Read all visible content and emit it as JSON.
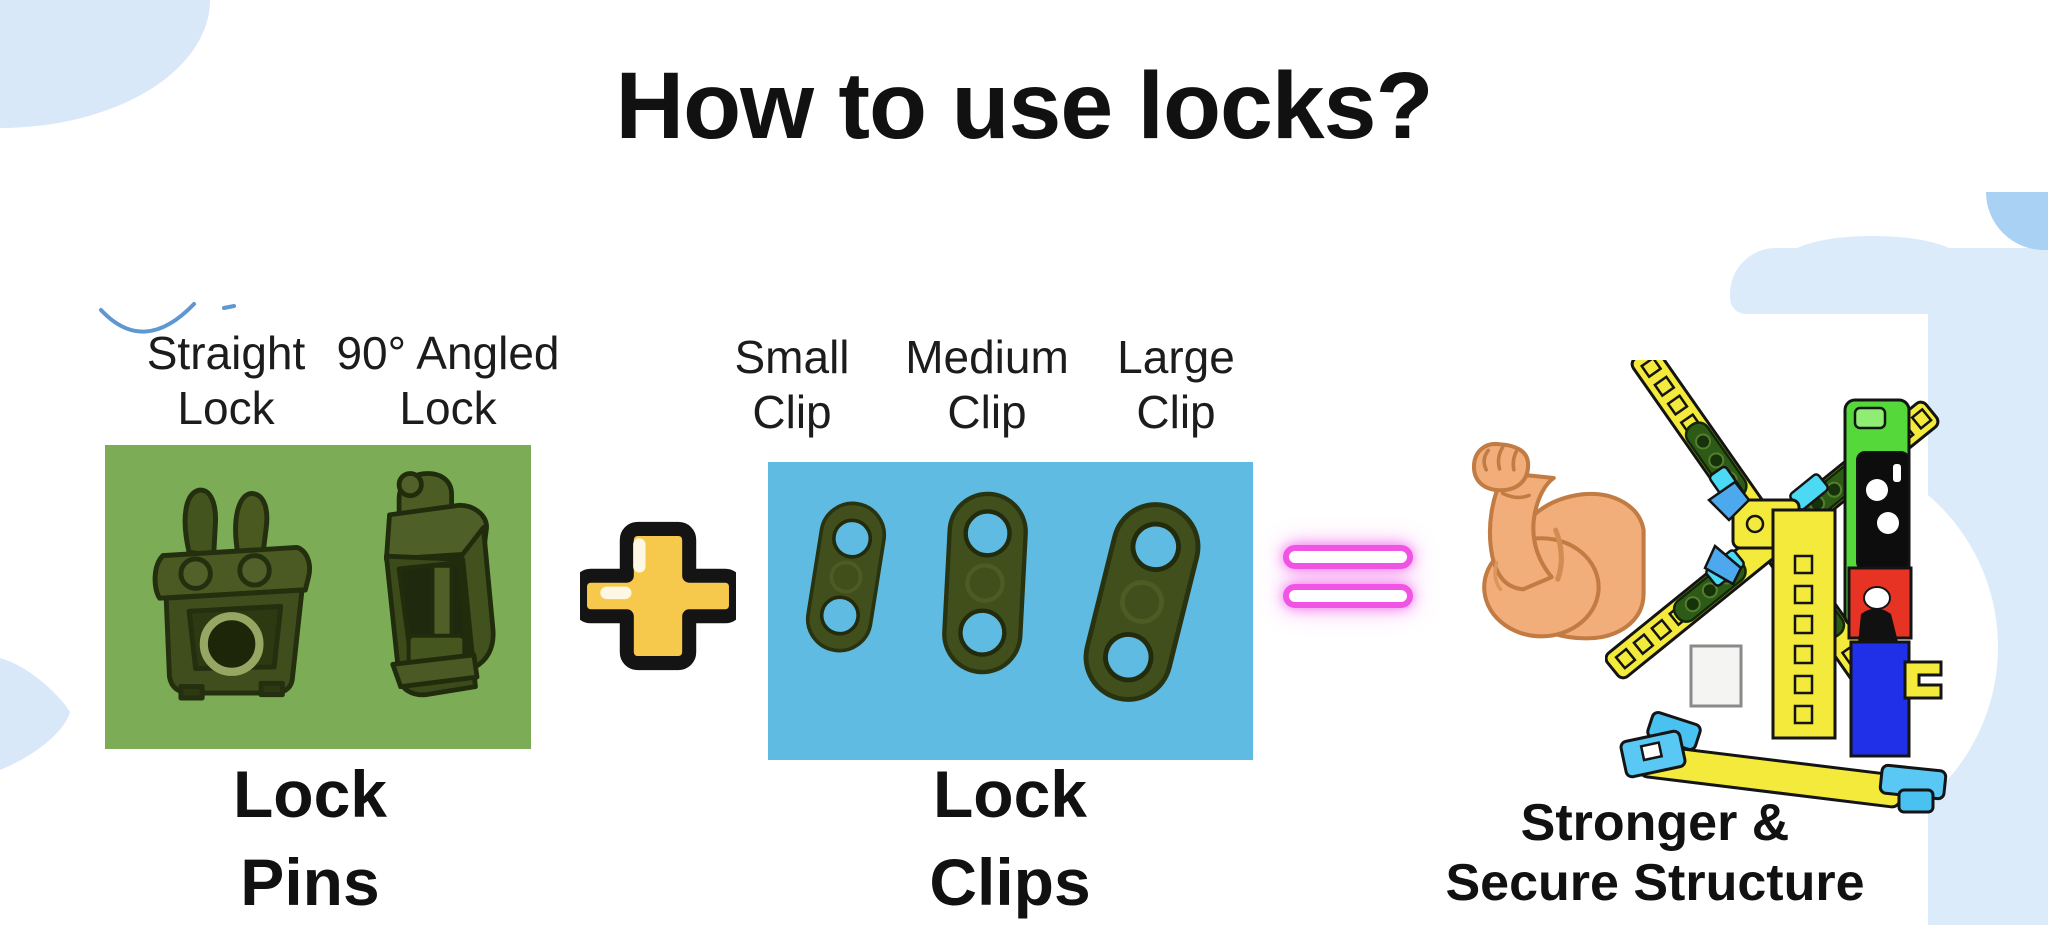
{
  "title": "How to use locks?",
  "pins_group": {
    "labels": [
      {
        "line1": "Straight",
        "line2": "Lock"
      },
      {
        "line1": "90° Angled",
        "line2": "Lock"
      }
    ],
    "caption_line1": "Lock",
    "caption_line2": "Pins",
    "photos": [
      "straight-lock-pin",
      "90-degree-angled-lock-pin"
    ]
  },
  "clips_group": {
    "labels": [
      {
        "line1": "Small",
        "line2": "Clip"
      },
      {
        "line1": "Medium",
        "line2": "Clip"
      },
      {
        "line1": "Large",
        "line2": "Clip"
      }
    ],
    "caption_line1": "Lock",
    "caption_line2": "Clips",
    "photos": [
      "small-lock-clip",
      "medium-lock-clip",
      "large-lock-clip"
    ]
  },
  "result_group": {
    "caption_line1": "Stronger &",
    "caption_line2": "Secure Structure",
    "icons": [
      "flexed-biceps-emoji",
      "toy-windmill-structure"
    ]
  },
  "operators": {
    "plus_icon": "heavy-plus-sign-emoji",
    "equals_icon": "neon-equals-sign"
  },
  "colors": {
    "pins_box": "#7dac57",
    "clips_box": "#5fbbe2",
    "plus_gold": "#f6c84c",
    "equals_neon": "#ef54e4",
    "olive_plastic": "#414f1d",
    "decor_light_blue": "#dcebfa",
    "decor_accent_blue": "#a9d1f3",
    "decor_arc_blue": "#5f97d3"
  }
}
